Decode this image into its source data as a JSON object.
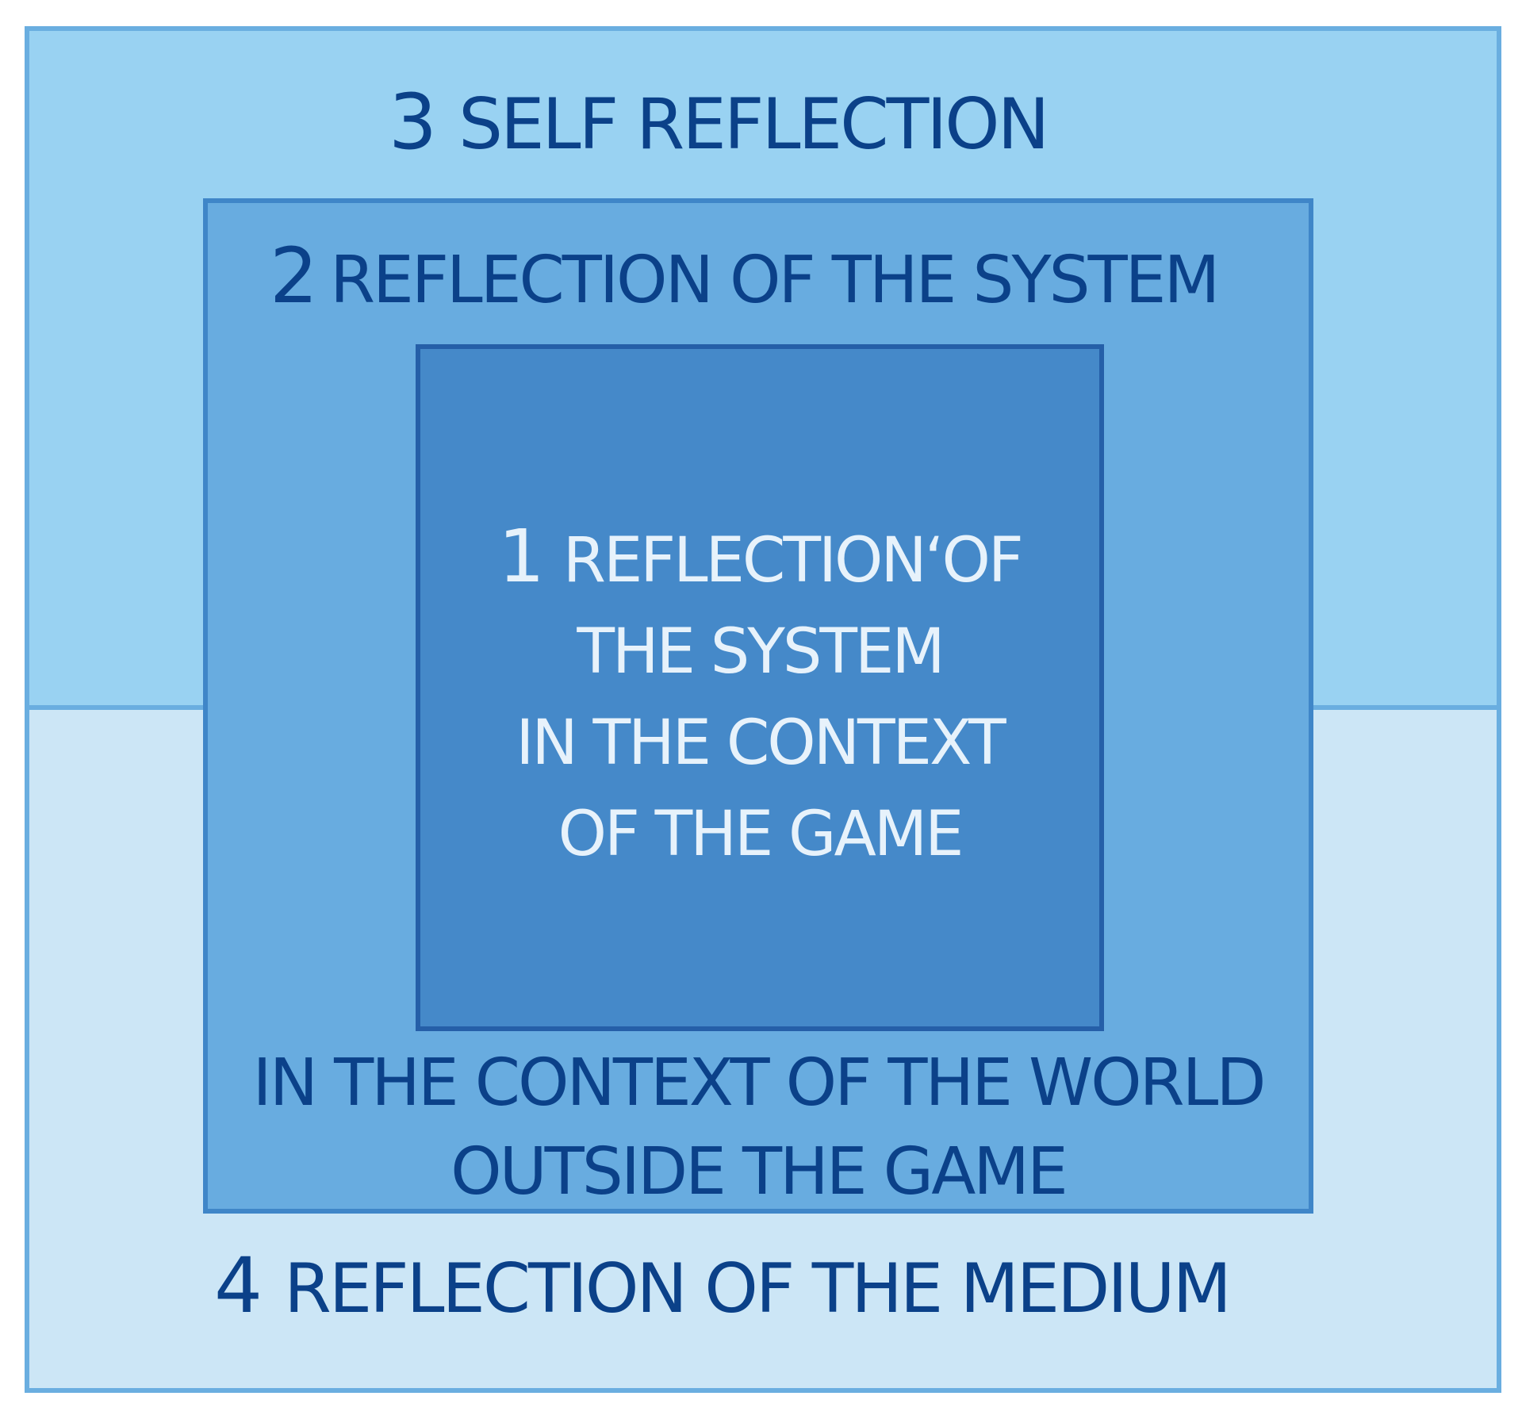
{
  "levels": {
    "level_3": {
      "number": "3",
      "title": "SELF REFLECTION"
    },
    "level_2": {
      "number": "2",
      "title": "REFLECTION OF THE SYSTEM"
    },
    "level_1": {
      "number": "1",
      "line_1": "REFLECTION‘OF",
      "line_2": "THE SYSTEM",
      "line_3": "IN THE CONTEXT",
      "line_4": "OF THE GAME"
    },
    "world_context": {
      "line_1": "IN THE CONTEXT OF THE WORLD",
      "line_2": "OUTSIDE THE GAME"
    },
    "level_4": {
      "number": "4",
      "title": "REFLECTION OF THE MEDIUM"
    }
  },
  "colors": {
    "outer_top_fill": "#99d2f2",
    "outer_bottom_fill": "#cce6f6",
    "level_2_fill": "#68ace0",
    "level_1_fill": "#4589c9",
    "dark_text": "#0b4189",
    "light_text": "#e7f2fb"
  }
}
